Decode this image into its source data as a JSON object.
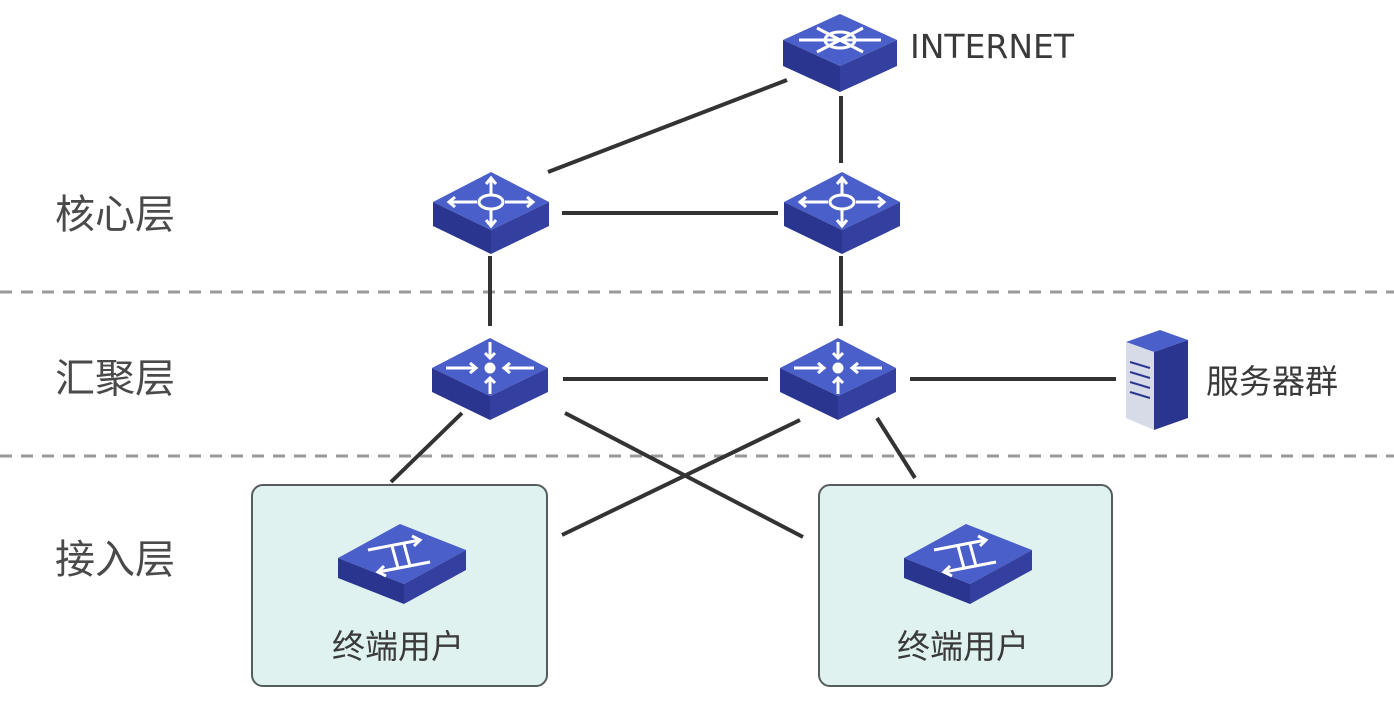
{
  "layers": {
    "core": "核心层",
    "aggregation": "汇聚层",
    "access": "接入层"
  },
  "labels": {
    "internet": "INTERNET",
    "server_group": "服务器群"
  },
  "user_groups": [
    {
      "label": "终端用户"
    },
    {
      "label": "终端用户"
    }
  ],
  "colors": {
    "device_top": "#4a5fc9",
    "device_side": "#2a3590",
    "device_front": "#34409f",
    "link": "#333333",
    "divider": "#9a9a9a",
    "user_box_fill": "#dff2f0"
  },
  "icons": {
    "internet": "internet-router-icon",
    "core": "core-router-icon",
    "aggregation": "aggregation-switch-icon",
    "access": "access-switch-icon",
    "server": "server-tower-icon"
  }
}
